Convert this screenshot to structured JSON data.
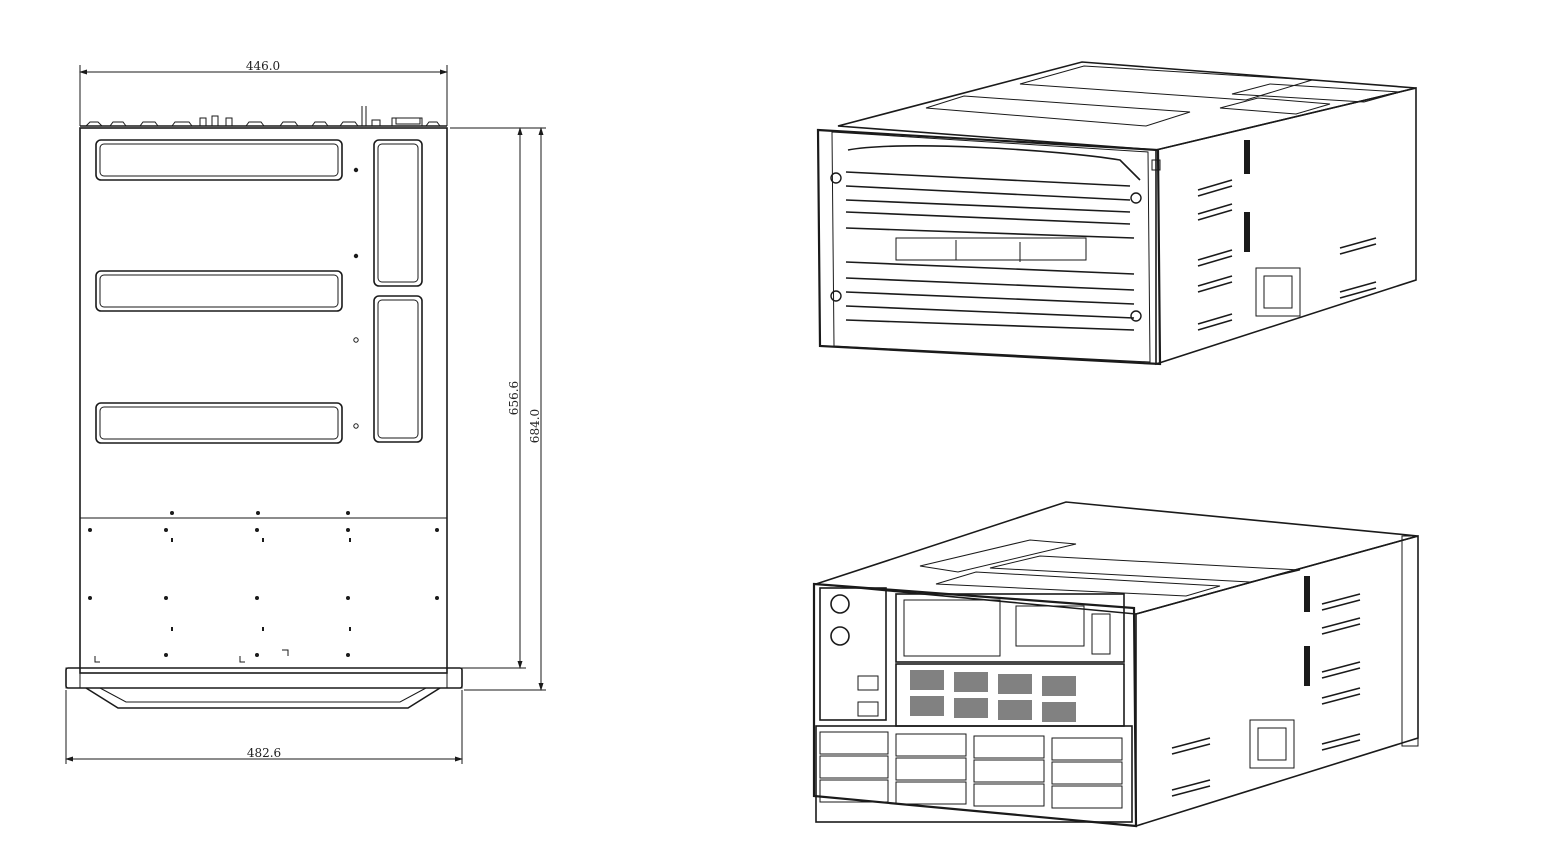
{
  "colors": {
    "line": "#1a1a1a",
    "background": "#ffffff"
  },
  "top_view": {
    "dimensions": {
      "width_top": "446.0",
      "width_bottom": "482.6",
      "depth_inner": "656.6",
      "depth_outer": "684.0"
    }
  },
  "front_iso_view": {
    "vent_slots_upper": 6,
    "vent_slots_lower": 5
  },
  "rear_iso_view": {
    "drive_bays": 12
  }
}
